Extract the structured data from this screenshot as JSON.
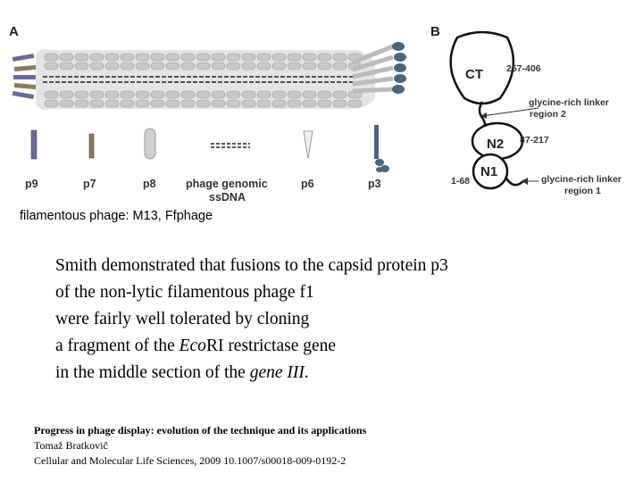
{
  "panel_a": {
    "letter": "A",
    "protein_labels": [
      "p9",
      "p7",
      "p8",
      "phage genomic",
      "ssDNA",
      "p6",
      "p3"
    ]
  },
  "panel_b": {
    "letter": "B",
    "domains": {
      "ct": "CT",
      "n2": "N2",
      "n1": "N1"
    },
    "annotations": {
      "ct_range": "257-406",
      "linker2_line1": "glycine-rich linker",
      "linker2_line2": "region 2",
      "n2_range": "87-217",
      "n1_range": "1-68",
      "linker1_line1": "glycine-rich linker",
      "linker1_line2": "region 1"
    }
  },
  "caption": "filamentous phage: M13, Ffphage",
  "main_text": {
    "line1": "Smith demonstrated that fusions to the capsid protein p3",
    "line2": "of the non-lytic filamentous phage f1",
    "line3": "were fairly well tolerated by cloning",
    "line4_pre": "a fragment of the ",
    "line4_italic": "Eco",
    "line4_post": "RI restrictase gene",
    "line5_pre": "in the middle section of the ",
    "line5_italic": "gene III",
    "line5_post": "."
  },
  "reference": {
    "title": "Progress in phage display: evolution of the technique and its applications",
    "author": "Tomaž Bratkovič",
    "journal": "Cellular and Molecular Life Sciences, 2009 10.1007/s00018-009-0192-2"
  },
  "colors": {
    "coat": "#c8c8c8",
    "coat_dark": "#9a9a9a",
    "p9": "#6b6b9a",
    "p7": "#8a7a5a",
    "p3": "#4a6480",
    "outline": "#333333"
  }
}
